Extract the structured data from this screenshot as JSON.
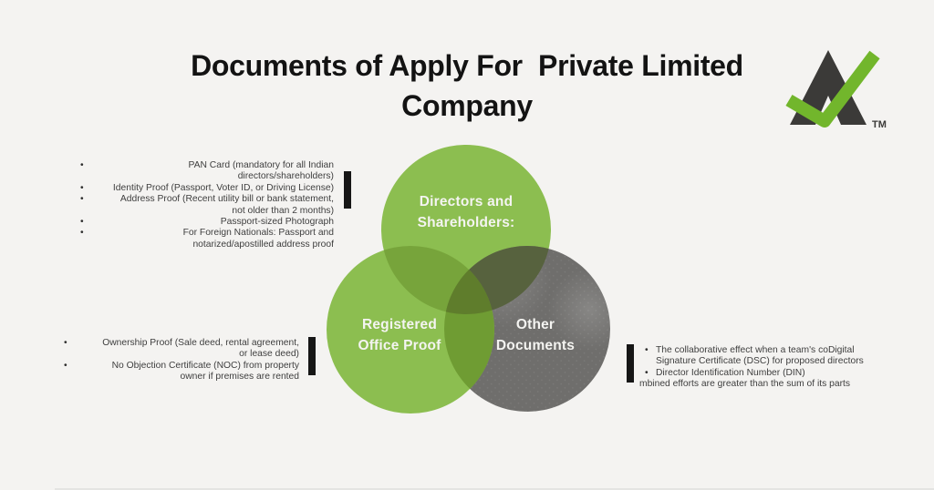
{
  "title": {
    "text": "Documents of Apply For  Private Limited\nCompany"
  },
  "logo": {
    "tm": "TM",
    "mark_color": "#3B3A38",
    "check_color": "#72B62C"
  },
  "venn": {
    "green": "#8CBE50",
    "gray": "#6F6E6C",
    "green_overlap": "#77A43B",
    "top_gray_overlap": "#57623E",
    "bottom_gray_overlap": "#6F9C33",
    "triple_overlap": "#5F7D2C",
    "labels": {
      "directors": "Directors and\nShareholders:",
      "office": "Registered\nOffice Proof",
      "other": "Other\nDocuments"
    }
  },
  "lists": {
    "bullet": "•",
    "top_left": {
      "items": [
        "PAN Card (mandatory for all Indian\ndirectors/shareholders)",
        "Identity Proof (Passport, Voter ID, or Driving License)",
        "Address Proof (Recent utility bill or bank statement,\nnot older than 2 months)",
        "Passport-sized Photograph",
        "For Foreign Nationals: Passport and\nnotarized/apostilled address proof"
      ]
    },
    "bottom_left": {
      "items": [
        "Ownership Proof (Sale deed, rental agreement,\nor lease deed)",
        "No Objection Certificate (NOC) from property\nowner if premises are rented"
      ]
    },
    "right": {
      "items": [
        "The collaborative effect when a team's coDigital\nSignature Certificate (DSC) for proposed directors",
        "Director Identification Number (DIN)"
      ],
      "trailing": "mbined efforts are greater than the sum of its parts"
    }
  }
}
